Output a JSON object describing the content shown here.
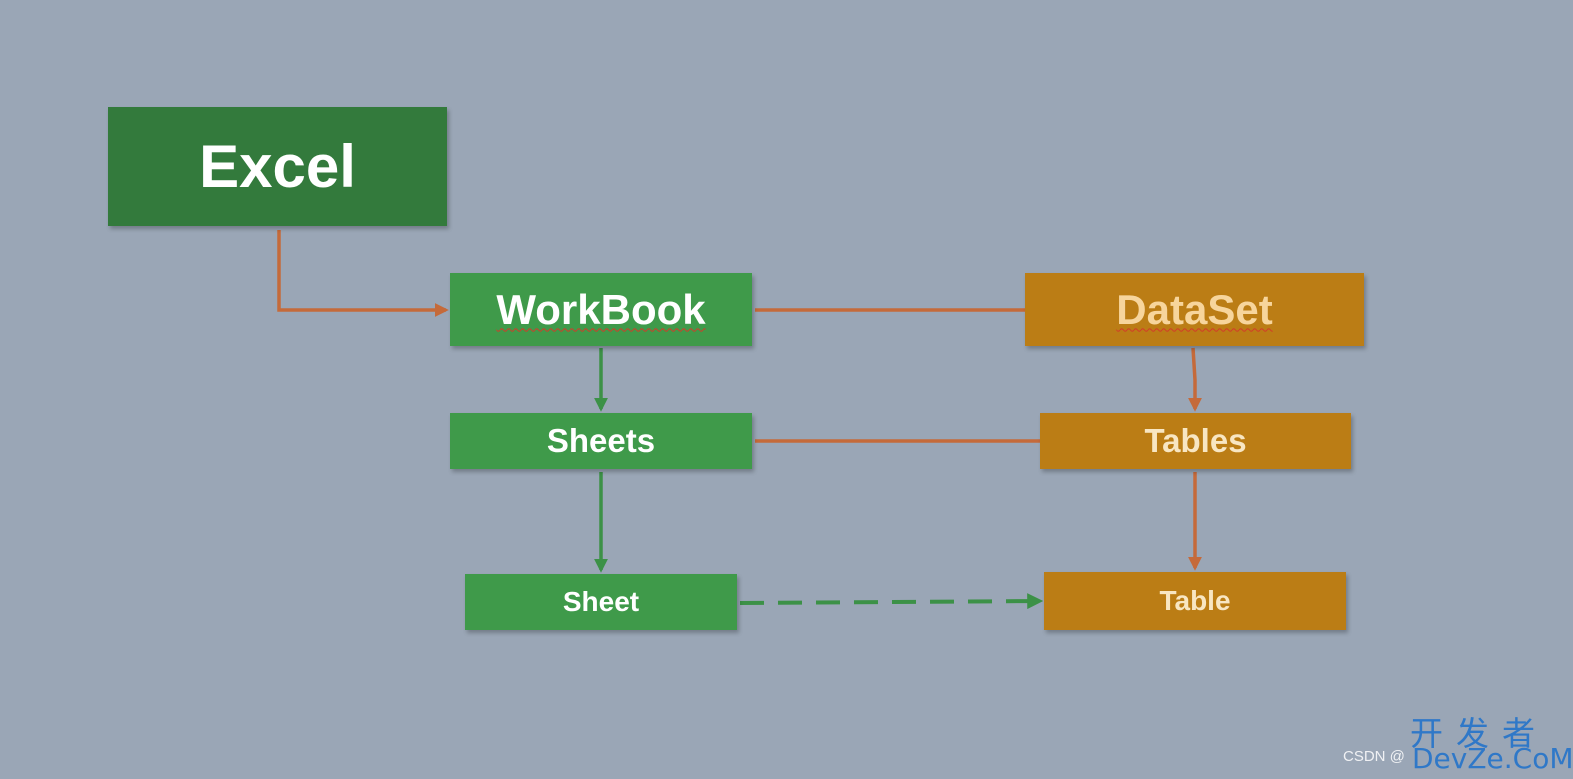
{
  "diagram": {
    "nodes": [
      {
        "id": "excel",
        "label": "Excel"
      },
      {
        "id": "workbook",
        "label": "WorkBook"
      },
      {
        "id": "sheets",
        "label": "Sheets"
      },
      {
        "id": "sheet",
        "label": "Sheet"
      },
      {
        "id": "dataset",
        "label": "DataSet"
      },
      {
        "id": "tables",
        "label": "Tables"
      },
      {
        "id": "table",
        "label": "Table"
      }
    ],
    "edges": [
      {
        "from": "excel",
        "to": "workbook",
        "style": "solid",
        "arrow": true,
        "color": "orange"
      },
      {
        "from": "workbook",
        "to": "dataset",
        "style": "solid",
        "arrow": false,
        "color": "orange"
      },
      {
        "from": "workbook",
        "to": "sheets",
        "style": "solid",
        "arrow": true,
        "color": "green"
      },
      {
        "from": "sheets",
        "to": "tables",
        "style": "solid",
        "arrow": false,
        "color": "orange"
      },
      {
        "from": "sheets",
        "to": "sheet",
        "style": "solid",
        "arrow": true,
        "color": "green"
      },
      {
        "from": "dataset",
        "to": "tables",
        "style": "solid",
        "arrow": true,
        "color": "orange"
      },
      {
        "from": "tables",
        "to": "table",
        "style": "solid",
        "arrow": true,
        "color": "orange"
      },
      {
        "from": "sheet",
        "to": "table",
        "style": "dashed",
        "arrow": true,
        "color": "green"
      }
    ]
  },
  "watermark": {
    "cn": "开发者",
    "site": "DevZe.CoM",
    "csdn": "CSDN @"
  },
  "colors": {
    "background": "#9aa6b6",
    "excel_fill": "#337a3c",
    "green_fill": "#3f9a4a",
    "orange_fill": "#bb7d15",
    "white_text": "#ffffff",
    "dataset_text": "#f7d59c",
    "table_text": "#f8e6c2",
    "orange_line": "#c56a3a",
    "green_line": "#3c9147",
    "watermark_blue": "#2f78c8"
  }
}
